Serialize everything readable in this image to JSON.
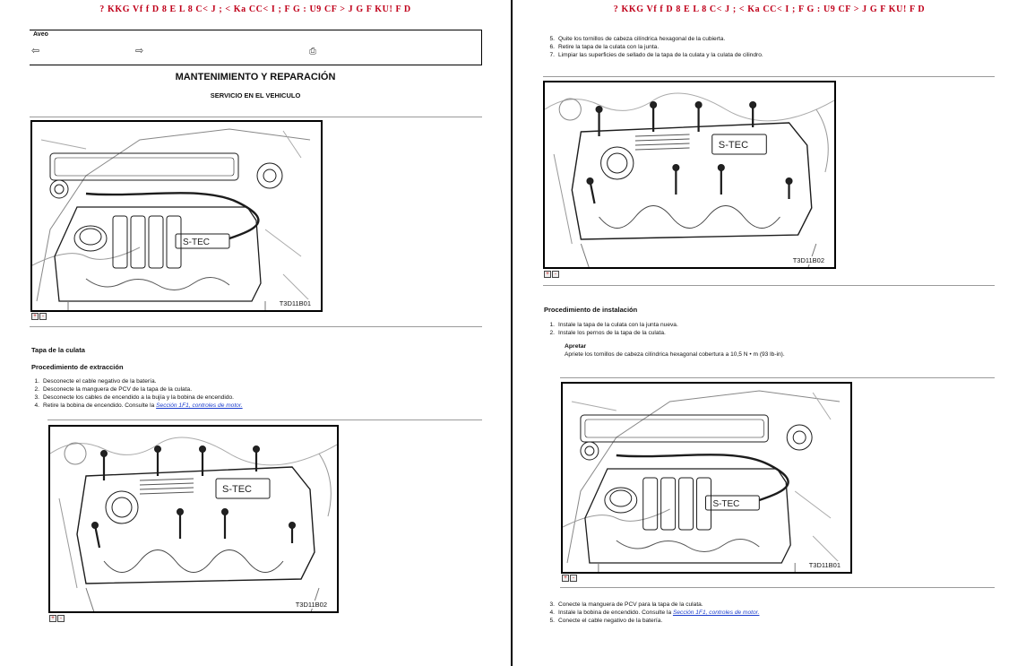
{
  "watermark": "? KKG Vf f D  8 E L 8 C< J ;  < Ka CC< I ;  F G : U9 CF > J G F KU! F D",
  "nav": {
    "model": "Aveo",
    "back_icon": "arrow-left-icon",
    "forward_icon": "arrow-right-icon",
    "print_icon": "printer-icon"
  },
  "left": {
    "title": "MANTENIMIENTO Y REPARACIÓN",
    "subtitle": "SERVICIO EN EL VEHICULO",
    "fig1_code": "T3D11B01",
    "section": "Tapa de la culata",
    "procedure": "Procedimiento de extracción",
    "steps": [
      {
        "n": "1.",
        "text": "Desconecte el cable negativo de la batería."
      },
      {
        "n": "2.",
        "text": "Desconecte la manguera de PCV de la tapa de la culata."
      },
      {
        "n": "3.",
        "text": "Desconecte los cables de encendido a la bujía y la bobina de encendido."
      },
      {
        "n": "4.",
        "text": "Retire la bobina de encendido. Consulte la",
        "link": "Sección 1F1, controles de motor."
      }
    ],
    "fig2_code": "T3D11B02"
  },
  "right": {
    "steps_top": [
      {
        "n": "5.",
        "text": "Quite los tornillos de cabeza cilíndrica hexagonal de la cubierta."
      },
      {
        "n": "6.",
        "text": "Retire la tapa de la culata con la junta."
      },
      {
        "n": "7.",
        "text": "Limpiar las superficies de sellado de la tapa de la culata y la culata de cilindro."
      }
    ],
    "fig3_code": "T3D11B02",
    "procedure": "Procedimiento de instalación",
    "install_steps": [
      {
        "n": "1.",
        "text": "Instale la tapa de la culata con la junta nueva."
      },
      {
        "n": "2.",
        "text": "Instale los pernos de la tapa de la culata."
      }
    ],
    "torque_label": "Apretar",
    "torque_text": "Apriete los tornillos de cabeza cilíndrica hexagonal cobertura a 10,5 N • m (93 lb-in).",
    "fig4_code": "T3D11B01",
    "steps_bottom": [
      {
        "n": "3.",
        "text": "Conecte la manguera de PCV para la tapa de la culata."
      },
      {
        "n": "4.",
        "text": "Instale la bobina de encendido. Consulte la",
        "link": "Sección 1F1, controles de motor."
      },
      {
        "n": "5.",
        "text": "Conecte el cable negativo de la batería."
      }
    ]
  },
  "colors": {
    "watermark": "#c0001a",
    "link": "#1a3ccc"
  }
}
